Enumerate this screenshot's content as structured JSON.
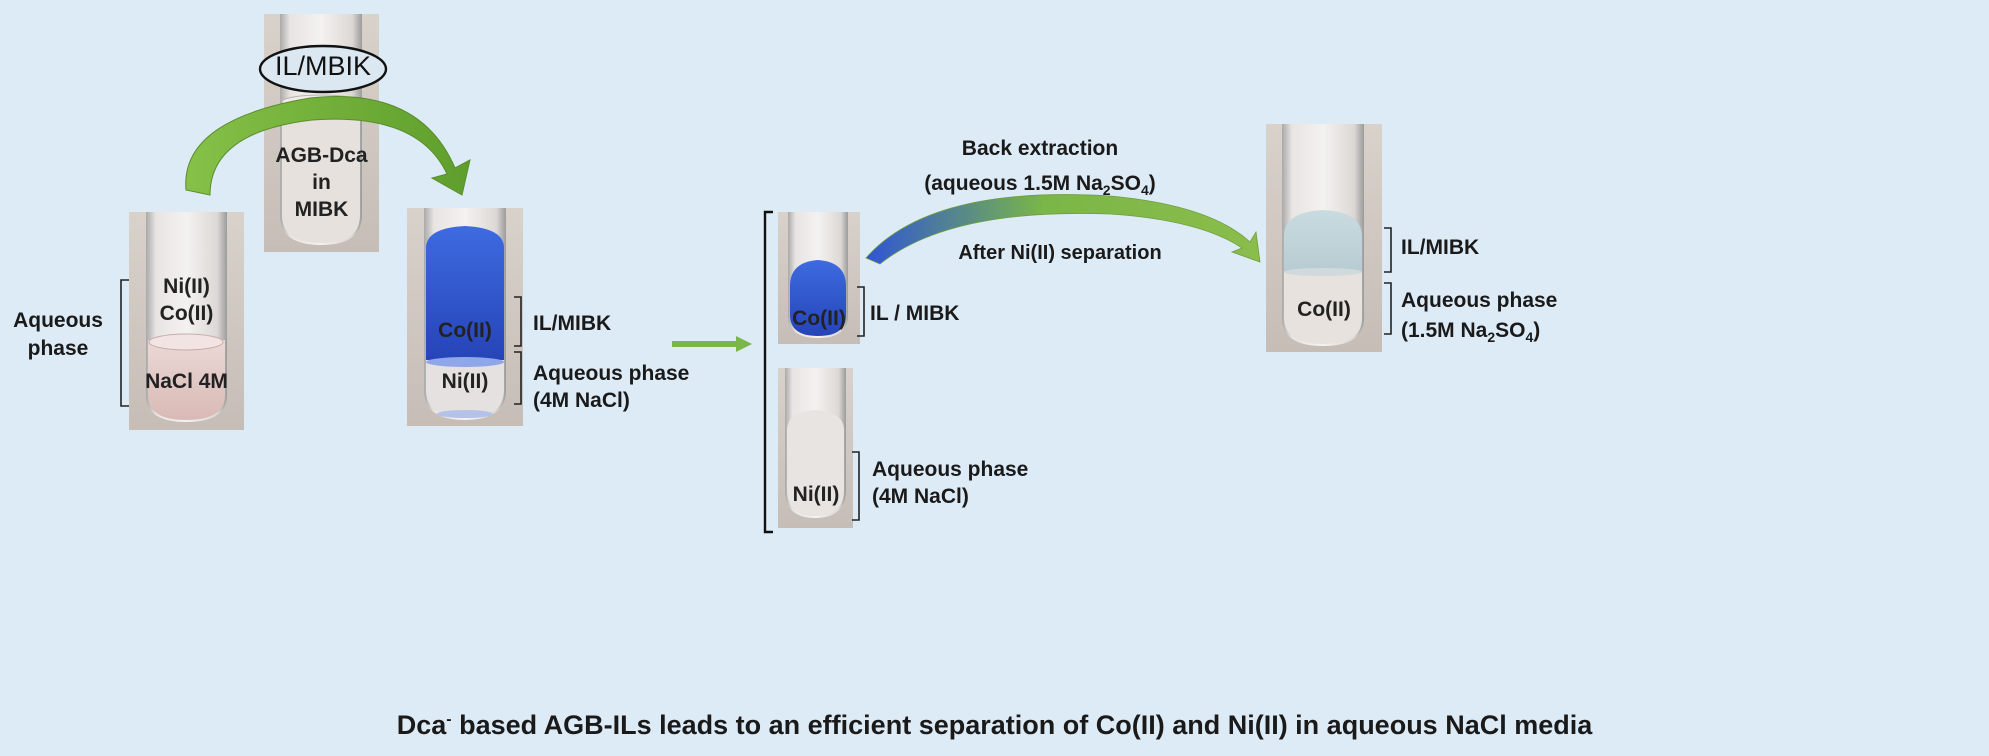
{
  "caption": {
    "prefix": "Dca",
    "superscript": "-",
    "rest": " based AGB-ILs leads to an efficient separation of Co(II) and Ni(II) in aqueous NaCl media"
  },
  "stage1": {
    "reagent_oval": "IL/MBIK",
    "reagent_text": [
      "AGB-Dca",
      "in",
      "MIBK"
    ],
    "initial_tube_labels": [
      "Ni(II)",
      "Co(II)",
      "NaCl 4M"
    ],
    "aqueous_phase_label": [
      "Aqueous",
      "phase"
    ]
  },
  "stage2": {
    "upper_tube_label": "Co(II)",
    "lower_tube_label": "Ni(II)",
    "upper_phase_label": "IL/MIBK",
    "lower_phase_label": [
      "Aqueous phase",
      "(4M NaCl)"
    ]
  },
  "stage3": {
    "top_tube_label": "Co(II)",
    "top_phase_label": "IL / MIBK",
    "bottom_tube_label": "Ni(II)",
    "bottom_phase_label": [
      "Aqueous phase",
      "(4M NaCl)"
    ],
    "back_extraction_title": "Back extraction",
    "back_extraction_condition": {
      "prefix": "(aqueous 1.5M Na",
      "sub": "2",
      "mid": "SO",
      "sub2": "4",
      "suffix": ")"
    },
    "after_separation": "After Ni(II) separation"
  },
  "stage4": {
    "tube_label": "Co(II)",
    "upper_phase_label": "IL/MIBK",
    "lower_phase_label": "Aqueous phase",
    "lower_phase_condition": {
      "prefix": "(1.5M Na",
      "sub": "2",
      "mid": "SO",
      "sub2": "4",
      "suffix": ")"
    }
  },
  "colors": {
    "background": "#ddebf6",
    "green_arrow": "#7ab648",
    "blue_phase": "#2f55d4",
    "text": "#1a1a1a"
  }
}
